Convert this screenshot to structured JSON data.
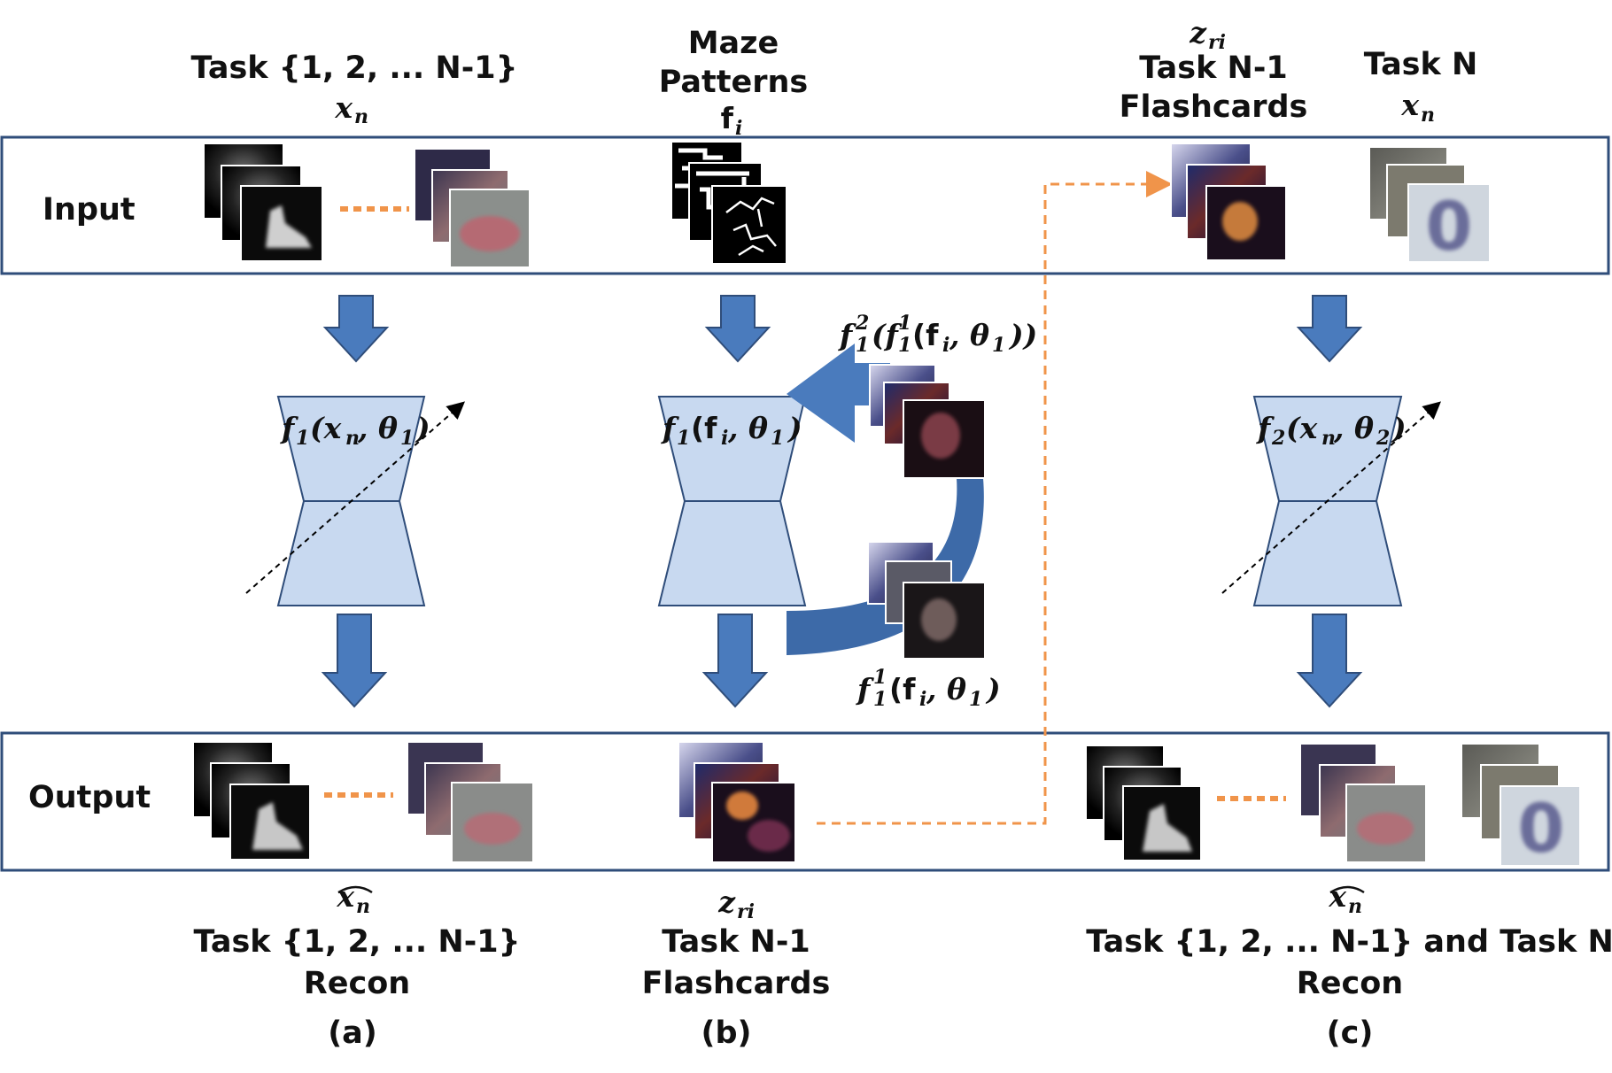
{
  "rows": {
    "input_label": "Input",
    "output_label": "Output"
  },
  "column_a": {
    "top_label": "Task {1, 2, ... N-1}",
    "top_var": "x",
    "top_var_sub": "n",
    "network_fn": "f",
    "network_fn_sub": "1",
    "network_args": "(x",
    "network_args_sub": "n",
    "network_param": ", θ",
    "network_param_sub": "1",
    "network_close": ")",
    "bottom_var": "x",
    "bottom_var_sub": "n",
    "bottom_label_1": "Task {1, 2, ... N-1}",
    "bottom_label_2": "Recon",
    "caption": "(a)"
  },
  "column_b": {
    "top_label_1": "Maze",
    "top_label_2": "Patterns",
    "top_var": "f",
    "top_var_sub": "i",
    "network_fn": "f",
    "network_fn_sub": "1",
    "network_args": "(f",
    "network_args_sub": "i",
    "network_param": ", θ",
    "network_param_sub": "1",
    "network_close": ")",
    "loop_top_fn": "f",
    "loop_top_sup": "2",
    "loop_top_sub": "1",
    "loop_top_inner": "(f",
    "loop_top_inner_sup": "1",
    "loop_top_inner_sub": "1",
    "loop_top_args": "(f",
    "loop_top_args_sub": "i",
    "loop_top_param": ", θ",
    "loop_top_param_sub": "1",
    "loop_top_close": "))",
    "loop_bottom_fn": "f",
    "loop_bottom_sup": "1",
    "loop_bottom_sub": "1",
    "loop_bottom_args": "(f",
    "loop_bottom_args_sub": "i",
    "loop_bottom_param": ", θ",
    "loop_bottom_param_sub": "1",
    "loop_bottom_close": ")",
    "bottom_var": "z",
    "bottom_var_sub": "ri",
    "bottom_label_1": "Task N-1",
    "bottom_label_2": "Flashcards",
    "caption": "(b)"
  },
  "column_c": {
    "flash_var": "z",
    "flash_var_sub": "ri",
    "flash_label_1": "Task N-1",
    "flash_label_2": "Flashcards",
    "task_label": "Task N",
    "task_var": "x",
    "task_var_sub": "n",
    "network_fn": "f",
    "network_fn_sub": "2",
    "network_args": "(x",
    "network_args_sub": "n",
    "network_param": ", θ",
    "network_param_sub": "2",
    "network_close": ")",
    "bottom_var": "x",
    "bottom_var_sub": "n",
    "bottom_label_1": "Task {1, 2, ... N-1} and Task N",
    "bottom_label_2": "Recon",
    "caption": "(c)"
  },
  "colors": {
    "frame": "#2f4d7a",
    "arrow": "#4a7bbd",
    "network_fill": "#c8d9f0",
    "network_stroke": "#2f4d7a",
    "dots": "#f0944a"
  },
  "digit_text": "0"
}
